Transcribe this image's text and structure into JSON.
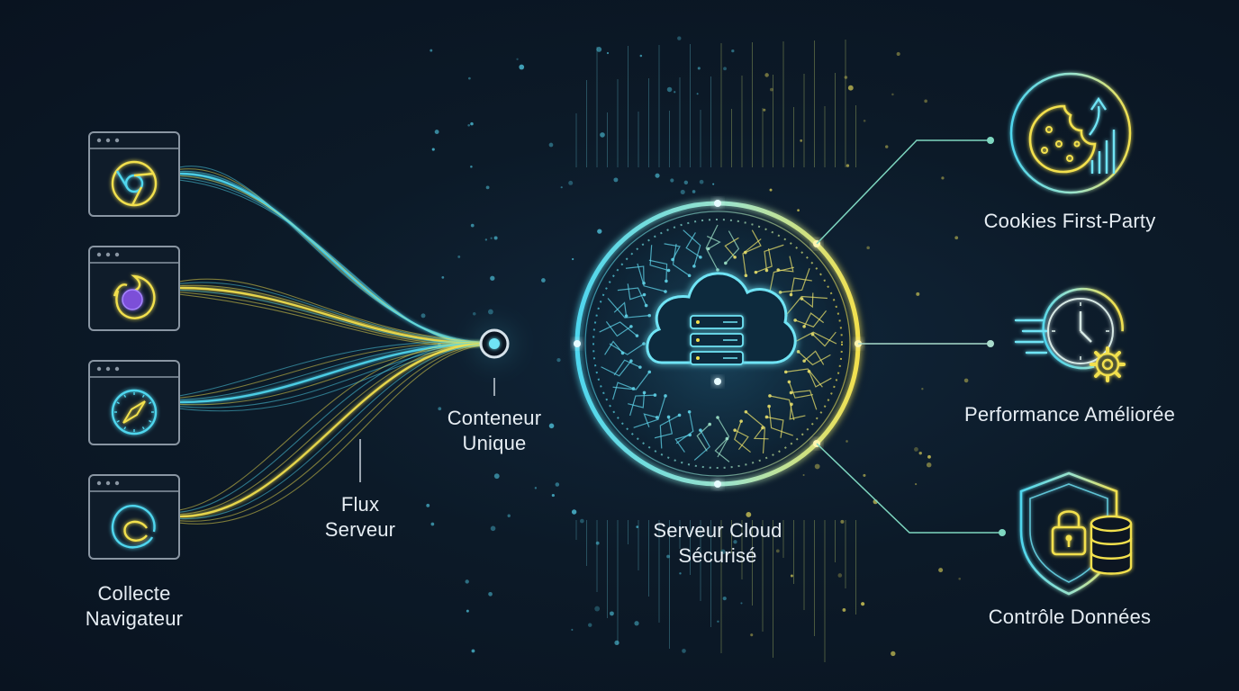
{
  "colors": {
    "background": "#0b1521",
    "cyan": "#4fd6ee",
    "yellow": "#f2e04e",
    "panel_stroke": "#8a96a3",
    "label_text": "#e6edf3"
  },
  "browsers": [
    {
      "name": "chrome-icon"
    },
    {
      "name": "firefox-icon"
    },
    {
      "name": "safari-icon"
    },
    {
      "name": "edge-icon"
    }
  ],
  "labels": {
    "browser_collection": [
      "Collecte",
      "Navigateur"
    ],
    "server_flow": [
      "Flux",
      "Serveur"
    ],
    "single_container": [
      "Conteneur",
      "Unique"
    ],
    "secure_cloud_server": [
      "Serveur Cloud",
      "Sécurisé"
    ]
  },
  "outcomes": [
    {
      "label": "Cookies First-Party",
      "icon": "cookie-growth-icon"
    },
    {
      "label": "Performance Améliorée",
      "icon": "clock-gear-icon"
    },
    {
      "label": "Contrôle Données",
      "icon": "shield-lock-database-icon"
    }
  ]
}
